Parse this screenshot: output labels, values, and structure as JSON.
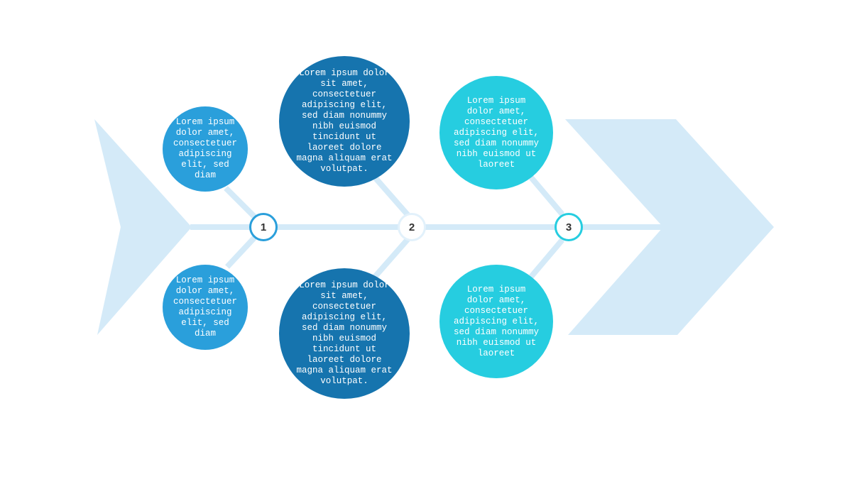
{
  "colors": {
    "background": "#ffffff",
    "light_blue": "#d4eaf8",
    "group1": "#2a9fdb",
    "group2": "#1674ae",
    "group3": "#26cde0",
    "node2_border": "#e2f1fb"
  },
  "steps": [
    {
      "label": "1"
    },
    {
      "label": "2"
    },
    {
      "label": "3"
    }
  ],
  "bubbles": {
    "step1_top": "Lorem ipsum\ndolor amet,\nconsectetuer\nadipiscing\nelit, sed\ndiam",
    "step1_bottom": "Lorem ipsum\ndolor amet,\nconsectetuer\nadipiscing\nelit, sed\ndiam",
    "step2_top": "Lorem ipsum dolor\nsit amet,\nconsectetuer\nadipiscing elit,\nsed diam nonummy\nnibh euismod\ntincidunt ut\nlaoreet dolore\nmagna aliquam erat\nvolutpat.",
    "step2_bottom": "Lorem ipsum dolor\nsit amet,\nconsectetuer\nadipiscing elit,\nsed diam nonummy\nnibh euismod\ntincidunt ut\nlaoreet dolore\nmagna aliquam erat\nvolutpat.",
    "step3_top": "Lorem ipsum\ndolor amet,\nconsectetuer\nadipiscing elit,\nsed diam nonummy\nnibh euismod ut\nlaoreet",
    "step3_bottom": "Lorem ipsum\ndolor amet,\nconsectetuer\nadipiscing elit,\nsed diam nonummy\nnibh euismod ut\nlaoreet"
  }
}
